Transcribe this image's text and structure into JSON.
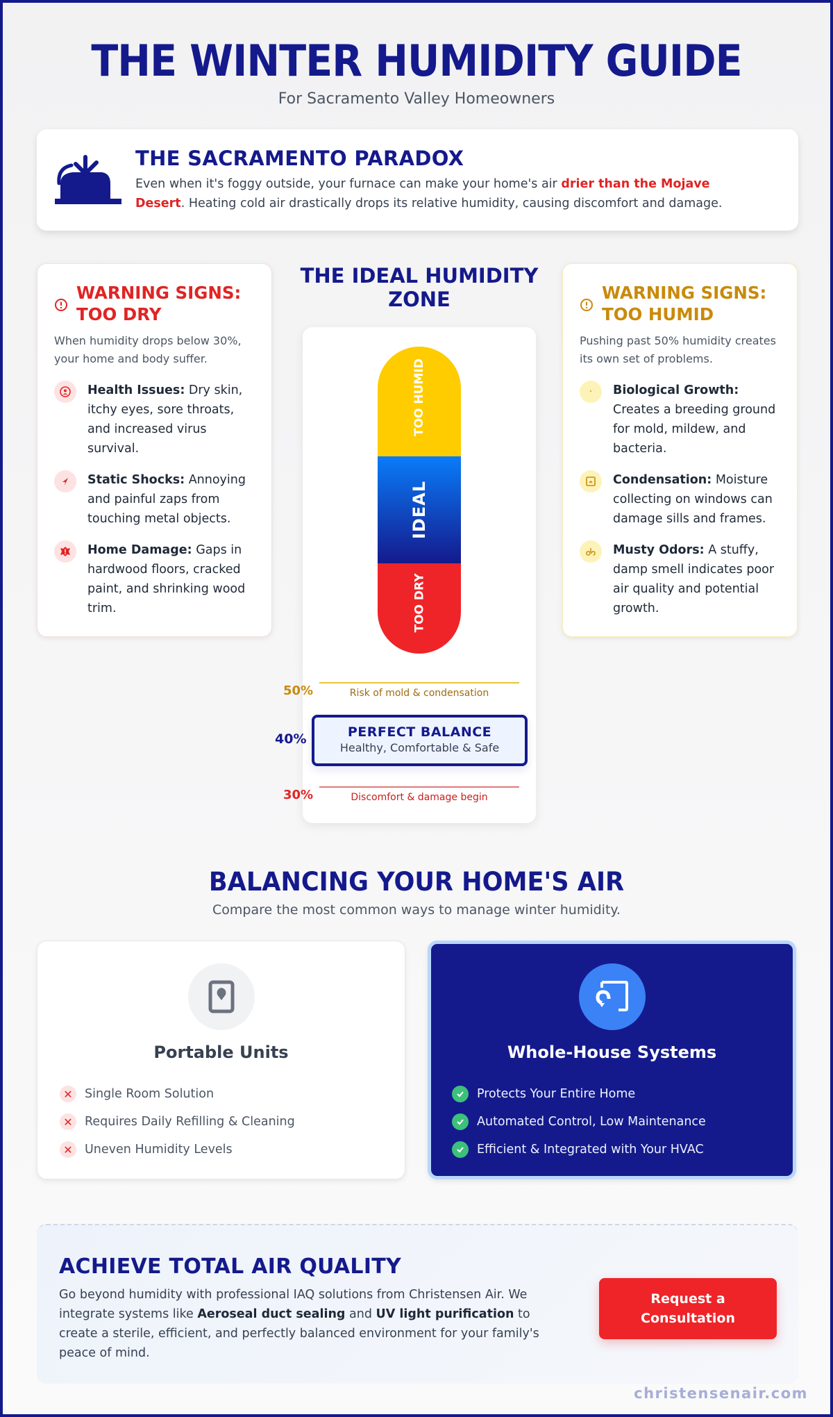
{
  "header": {
    "title": "THE WINTER HUMIDITY GUIDE",
    "subtitle": "For Sacramento Valley Homeowners"
  },
  "paradox": {
    "icon": "humidifier-icon",
    "title": "THE SACRAMENTO PARADOX",
    "body_before": "Even when it's foggy outside, your furnace can make your home's air ",
    "body_highlight": "drier than the Mojave Desert",
    "body_after": ". Heating cold air drastically drops its relative humidity, causing discomfort and damage."
  },
  "too_dry": {
    "title": "WARNING SIGNS: TOO DRY",
    "intro": "When humidity drops below 30%, your home and body suffer.",
    "items": [
      {
        "icon": "face-icon",
        "label": "Health Issues:",
        "text": " Dry skin, itchy eyes, sore throats, and increased virus survival."
      },
      {
        "icon": "lightning-icon",
        "label": "Static Shocks:",
        "text": " Annoying and painful zaps from touching metal objects."
      },
      {
        "icon": "house-damage-icon",
        "label": "Home Damage:",
        "text": " Gaps in hardwood floors, cracked paint, and shrinking wood trim."
      }
    ]
  },
  "too_humid": {
    "title": "WARNING SIGNS: TOO HUMID",
    "intro": "Pushing past 50% humidity creates its own set of problems.",
    "items": [
      {
        "icon": "bacteria-icon",
        "label": "Biological Growth:",
        "text": " Creates a breeding ground for mold, mildew, and bacteria."
      },
      {
        "icon": "window-icon",
        "label": "Condensation:",
        "text": " Moisture collecting on windows can damage sills and frames."
      },
      {
        "icon": "odor-icon",
        "label": "Musty Odors:",
        "text": " A stuffy, damp smell indicates poor air quality and potential growth."
      }
    ]
  },
  "ideal_zone": {
    "title": "THE IDEAL HUMIDITY ZONE",
    "gauge": {
      "too_humid": "TOO HUMID",
      "ideal": "IDEAL",
      "too_dry": "TOO DRY"
    },
    "markers": {
      "high_pct": "50%",
      "high_note": "Risk of mold & condensation",
      "mid_pct": "40%",
      "mid_title": "PERFECT BALANCE",
      "mid_note": "Healthy, Comfortable & Safe",
      "low_pct": "30%",
      "low_note": "Discomfort & damage begin"
    },
    "colors": {
      "too_humid": "#ffcc00",
      "ideal_top": "#0a7cf9",
      "ideal_bottom": "#141a8c",
      "too_dry": "#ee2428"
    }
  },
  "balancing": {
    "title": "BALANCING YOUR HOME'S AIR",
    "subtitle": "Compare the most common ways to manage winter humidity."
  },
  "portable": {
    "icon": "portable-humidifier-icon",
    "title": "Portable Units",
    "items": [
      "Single Room Solution",
      "Requires Daily Refilling & Cleaning",
      "Uneven Humidity Levels"
    ]
  },
  "whole_house": {
    "icon": "whole-house-system-icon",
    "title": "Whole-House Systems",
    "items": [
      "Protects Your Entire Home",
      "Automated Control, Low Maintenance",
      "Efficient & Integrated with Your HVAC"
    ]
  },
  "cta": {
    "title": "ACHIEVE TOTAL AIR QUALITY",
    "body_1": "Go beyond humidity with professional IAQ solutions from Christensen Air. We integrate systems like ",
    "bold_1": "Aeroseal duct sealing",
    "body_2": " and ",
    "bold_2": "UV light purification",
    "body_3": " to create a sterile, efficient, and perfectly balanced environment for your family's peace of mind.",
    "button": "Request a Consultation"
  },
  "footer": {
    "url": "christensenair.com"
  },
  "theme": {
    "navy": "#141a8c",
    "red": "#e02424",
    "amber": "#c98a0b",
    "green": "#3cc07a",
    "blue": "#3b82f6"
  }
}
